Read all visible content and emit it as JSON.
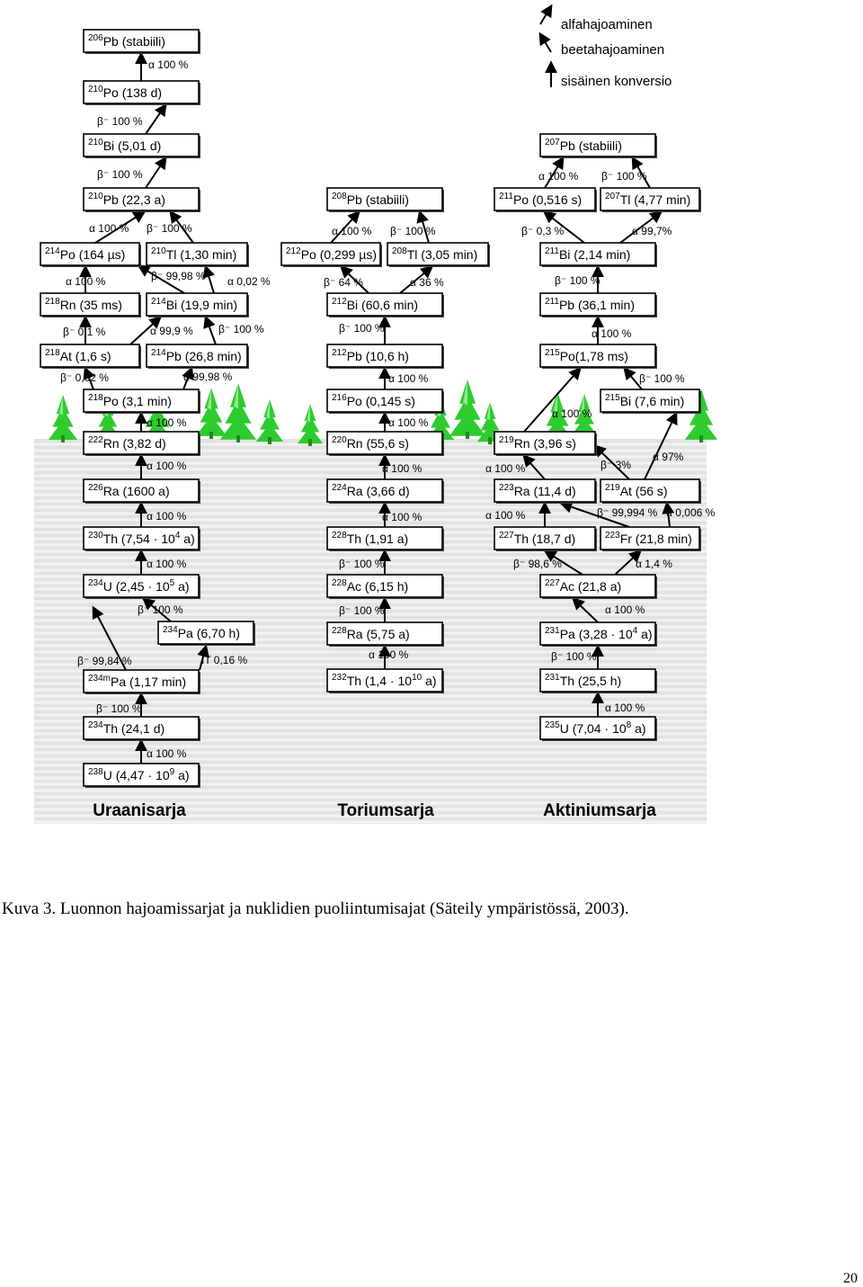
{
  "legend": [
    {
      "label": "alfahajoaminen",
      "kind": "alpha"
    },
    {
      "label": "beetahajoaminen",
      "kind": "beta"
    },
    {
      "label": "sisäinen konversio",
      "kind": "it"
    }
  ],
  "series_titles": [
    "Uraanisarja",
    "Toriumsarja",
    "Aktiniumsarja"
  ],
  "nuclides": [
    {
      "id": "u206pb",
      "mass": "206",
      "text": "Pb (stabiili)"
    },
    {
      "id": "u210po",
      "mass": "210",
      "text": "Po (138 d)"
    },
    {
      "id": "u210bi",
      "mass": "210",
      "text": "Bi (5,01 d)"
    },
    {
      "id": "u210pb",
      "mass": "210",
      "text": "Pb (22,3 a)"
    },
    {
      "id": "u214po",
      "mass": "214",
      "text": "Po (164 µs)"
    },
    {
      "id": "u210tl",
      "mass": "210",
      "text": "Tl (1,30 min)"
    },
    {
      "id": "u218rn",
      "mass": "218",
      "text": "Rn (35 ms)"
    },
    {
      "id": "u214bi",
      "mass": "214",
      "text": "Bi (19,9 min)"
    },
    {
      "id": "u218at",
      "mass": "218",
      "text": "At (1,6 s)"
    },
    {
      "id": "u214pb",
      "mass": "214",
      "text": "Pb (26,8 min)"
    },
    {
      "id": "u218po",
      "mass": "218",
      "text": "Po (3,1 min)"
    },
    {
      "id": "u222rn",
      "mass": "222",
      "text": "Rn (3,82 d)"
    },
    {
      "id": "u226ra",
      "mass": "226",
      "text": "Ra (1600 a)"
    },
    {
      "id": "u230th",
      "mass": "230",
      "text": "Th (7,54 · 10",
      "exp": "4",
      "tail": " a)"
    },
    {
      "id": "u234u",
      "mass": "234",
      "text": "U (2,45 · 10",
      "exp": "5",
      "tail": " a)"
    },
    {
      "id": "u234pa",
      "mass": "234",
      "text": "Pa (6,70 h)"
    },
    {
      "id": "u234mpa",
      "mass": "234m",
      "text": "Pa (1,17 min)"
    },
    {
      "id": "u234th",
      "mass": "234",
      "text": "Th (24,1 d)"
    },
    {
      "id": "u238u",
      "mass": "238",
      "text": "U (4,47 · 10",
      "exp": "9",
      "tail": " a)"
    },
    {
      "id": "t208pb",
      "mass": "208",
      "text": "Pb (stabiili)"
    },
    {
      "id": "t212po",
      "mass": "212",
      "text": "Po (0,299 µs)"
    },
    {
      "id": "t208tl",
      "mass": "208",
      "text": "Tl (3,05 min)"
    },
    {
      "id": "t212bi",
      "mass": "212",
      "text": "Bi (60,6 min)"
    },
    {
      "id": "t212pb",
      "mass": "212",
      "text": "Pb (10,6 h)"
    },
    {
      "id": "t216po",
      "mass": "216",
      "text": "Po (0,145 s)"
    },
    {
      "id": "t220rn",
      "mass": "220",
      "text": "Rn (55,6 s)"
    },
    {
      "id": "t224ra",
      "mass": "224",
      "text": "Ra (3,66 d)"
    },
    {
      "id": "t228th",
      "mass": "228",
      "text": "Th (1,91 a)"
    },
    {
      "id": "t228ac",
      "mass": "228",
      "text": "Ac (6,15 h)"
    },
    {
      "id": "t228ra",
      "mass": "228",
      "text": "Ra (5,75 a)"
    },
    {
      "id": "t232th",
      "mass": "232",
      "text": "Th (1,4 · 10",
      "exp": "10",
      "tail": " a)"
    },
    {
      "id": "a207pb",
      "mass": "207",
      "text": "Pb (stabiili)"
    },
    {
      "id": "a211po",
      "mass": "211",
      "text": "Po (0,516 s)"
    },
    {
      "id": "a207tl",
      "mass": "207",
      "text": "Tl (4,77 min)"
    },
    {
      "id": "a211bi",
      "mass": "211",
      "text": "Bi (2,14 min)"
    },
    {
      "id": "a211pb",
      "mass": "211",
      "text": "Pb (36,1 min)"
    },
    {
      "id": "a215po",
      "mass": "215",
      "text": "Po(1,78 ms)"
    },
    {
      "id": "a215bi",
      "mass": "215",
      "text": "Bi (7,6 min)"
    },
    {
      "id": "a219rn",
      "mass": "219",
      "text": "Rn (3,96 s)"
    },
    {
      "id": "a223ra",
      "mass": "223",
      "text": "Ra (11,4 d)"
    },
    {
      "id": "a219at",
      "mass": "219",
      "text": "At (56 s)"
    },
    {
      "id": "a227th",
      "mass": "227",
      "text": "Th (18,7 d)"
    },
    {
      "id": "a223fr",
      "mass": "223",
      "text": "Fr (21,8 min)"
    },
    {
      "id": "a227ac",
      "mass": "227",
      "text": "Ac (21,8 a)"
    },
    {
      "id": "a231pa",
      "mass": "231",
      "text": "Pa (3,28 · 10",
      "exp": "4",
      "tail": " a)"
    },
    {
      "id": "a231th",
      "mass": "231",
      "text": "Th (25,5 h)"
    },
    {
      "id": "a235u",
      "mass": "235",
      "text": "U (7,04 · 10",
      "exp": "8",
      "tail": " a)"
    }
  ],
  "transitions": [
    {
      "from": "u238u",
      "to": "u234th",
      "label": "α 100 %"
    },
    {
      "from": "u234th",
      "to": "u234mpa",
      "label": "β⁻ 100 %"
    },
    {
      "from": "u234mpa",
      "to": "u234u",
      "label": "β⁻ 99,84 %"
    },
    {
      "from": "u234mpa",
      "to": "u234pa",
      "label": "IT 0,16 %"
    },
    {
      "from": "u234pa",
      "to": "u234u",
      "label": "β⁻ 100 %"
    },
    {
      "from": "u234u",
      "to": "u230th",
      "label": "α 100 %"
    },
    {
      "from": "u230th",
      "to": "u226ra",
      "label": "α 100 %"
    },
    {
      "from": "u226ra",
      "to": "u222rn",
      "label": "α 100 %"
    },
    {
      "from": "u222rn",
      "to": "u218po",
      "label": "α 100 %"
    },
    {
      "from": "u218po",
      "to": "u218at",
      "label": "β⁻ 0,02 %"
    },
    {
      "from": "u218po",
      "to": "u214pb",
      "label": "α 99,98 %"
    },
    {
      "from": "u218at",
      "to": "u218rn",
      "label": "β⁻ 0,1 %"
    },
    {
      "from": "u218at",
      "to": "u214bi",
      "label": "α 99,9 %"
    },
    {
      "from": "u214pb",
      "to": "u214bi",
      "label": "β⁻ 100 %"
    },
    {
      "from": "u218rn",
      "to": "u214po",
      "label": "α 100 %"
    },
    {
      "from": "u214bi",
      "to": "u214po",
      "label": "β⁻ 99,98 %"
    },
    {
      "from": "u214bi",
      "to": "u210tl",
      "label": "α 0,02 %"
    },
    {
      "from": "u214po",
      "to": "u210pb",
      "label": "α 100 %"
    },
    {
      "from": "u210tl",
      "to": "u210pb",
      "label": "β⁻ 100 %"
    },
    {
      "from": "u210pb",
      "to": "u210bi",
      "label": "β⁻ 100 %"
    },
    {
      "from": "u210bi",
      "to": "u210po",
      "label": "β⁻ 100 %"
    },
    {
      "from": "u210po",
      "to": "u206pb",
      "label": "α 100 %"
    },
    {
      "from": "t232th",
      "to": "t228ra",
      "label": "α 100 %"
    },
    {
      "from": "t228ra",
      "to": "t228ac",
      "label": "β⁻ 100 %"
    },
    {
      "from": "t228ac",
      "to": "t228th",
      "label": "β⁻ 100 %"
    },
    {
      "from": "t228th",
      "to": "t224ra",
      "label": "α 100 %"
    },
    {
      "from": "t224ra",
      "to": "t220rn",
      "label": "α 100 %"
    },
    {
      "from": "t220rn",
      "to": "t216po",
      "label": "α 100 %"
    },
    {
      "from": "t216po",
      "to": "t212pb",
      "label": "α 100 %"
    },
    {
      "from": "t212pb",
      "to": "t212bi",
      "label": "β⁻ 100 %"
    },
    {
      "from": "t212bi",
      "to": "t212po",
      "label": "β⁻ 64 %"
    },
    {
      "from": "t212bi",
      "to": "t208tl",
      "label": "α 36 %"
    },
    {
      "from": "t212po",
      "to": "t208pb",
      "label": "α 100 %"
    },
    {
      "from": "t208tl",
      "to": "t208pb",
      "label": "β⁻ 100 %"
    },
    {
      "from": "a235u",
      "to": "a231th",
      "label": "α 100 %"
    },
    {
      "from": "a231th",
      "to": "a231pa",
      "label": "β⁻ 100 %"
    },
    {
      "from": "a231pa",
      "to": "a227ac",
      "label": "α 100 %"
    },
    {
      "from": "a227ac",
      "to": "a227th",
      "label": "β⁻ 98,6 %"
    },
    {
      "from": "a227ac",
      "to": "a223fr",
      "label": "α 1,4 %"
    },
    {
      "from": "a227th",
      "to": "a223ra",
      "label": "α 100 %"
    },
    {
      "from": "a223fr",
      "to": "a223ra",
      "label": "β⁻ 99,994 %"
    },
    {
      "from": "a223fr",
      "to": "a219at",
      "label": "α 0,006 %"
    },
    {
      "from": "a223ra",
      "to": "a219rn",
      "label": "α 100 %"
    },
    {
      "from": "a219at",
      "to": "a219rn",
      "label": "β⁻ 3%"
    },
    {
      "from": "a219at",
      "to": "a215bi",
      "label": "α 97%"
    },
    {
      "from": "a219rn",
      "to": "a215po",
      "label": "α 100 %"
    },
    {
      "from": "a215bi",
      "to": "a215po",
      "label": "β⁻ 100 %"
    },
    {
      "from": "a215po",
      "to": "a211pb",
      "label": "α 100 %"
    },
    {
      "from": "a211pb",
      "to": "a211bi",
      "label": "β⁻ 100 %"
    },
    {
      "from": "a211bi",
      "to": "a211po",
      "label": "β⁻ 0,3 %"
    },
    {
      "from": "a211bi",
      "to": "a207tl",
      "label": "α 99,7%"
    },
    {
      "from": "a211po",
      "to": "a207pb",
      "label": "α 100 %"
    },
    {
      "from": "a207tl",
      "to": "a207pb",
      "label": "β⁻ 100 %"
    }
  ],
  "caption": "Kuva 3. Luonnon hajoamissarjat ja nuklidien puoliintumisajat (Säteily ympäristössä, 2003).",
  "page_number": "20",
  "colors": {
    "tree": "#2ecc2e",
    "tree_light": "#8fe88f",
    "ground": "#e2e2e2",
    "stripe": "#f2f2f2"
  }
}
